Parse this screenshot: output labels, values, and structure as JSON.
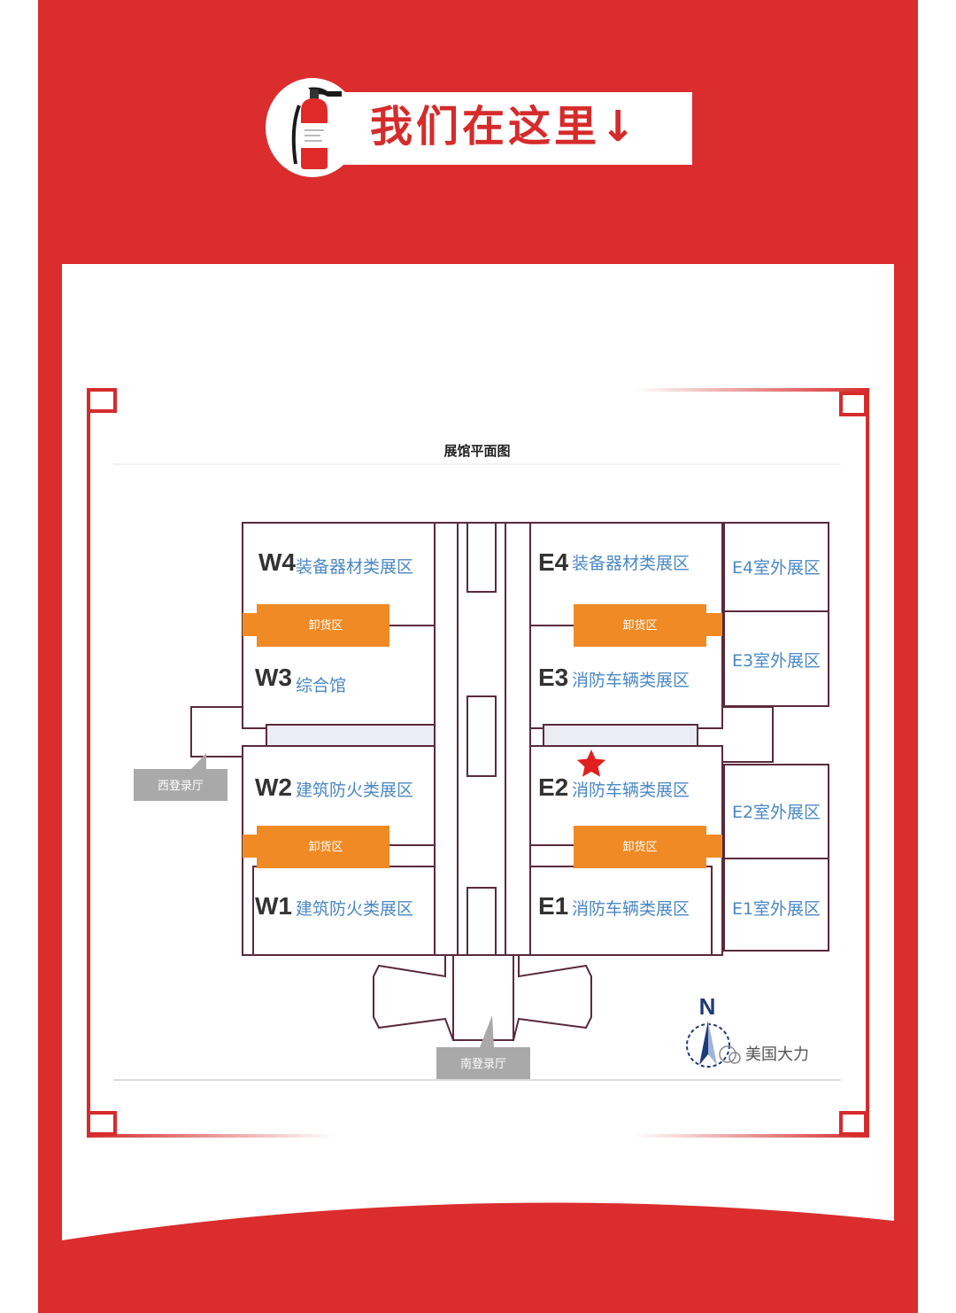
{
  "header": {
    "title": "我们在这里↓"
  },
  "map": {
    "title": "展馆平面图",
    "halls": [
      {
        "code": "W4",
        "name": "装备器材类展区"
      },
      {
        "code": "W3",
        "name": "综合馆"
      },
      {
        "code": "W2",
        "name": "建筑防火类展区"
      },
      {
        "code": "W1",
        "name": "建筑防火类展区"
      },
      {
        "code": "E4",
        "name": "装备器材类展区"
      },
      {
        "code": "E3",
        "name": "消防车辆类展区"
      },
      {
        "code": "E2",
        "name": "消防车辆类展区"
      },
      {
        "code": "E1",
        "name": "消防车辆类展区"
      }
    ],
    "outdoor": [
      "E4室外展区",
      "E3室外展区",
      "E2室外展区",
      "E1室外展区"
    ],
    "unloading_label": "卸货区",
    "west_lobby": "西登录厅",
    "south_lobby": "南登录厅",
    "compass_letter": "N",
    "watermark": "美国大力",
    "marker_hall": "E2",
    "colors": {
      "background_red": "#db2d2d",
      "title_red": "#d62b2b",
      "wall": "#5a2a3a",
      "unloading": "#f08a24",
      "hall_text": "#4a88c4",
      "lobby_box": "#a9a9a9",
      "marker": "#e02020"
    }
  }
}
